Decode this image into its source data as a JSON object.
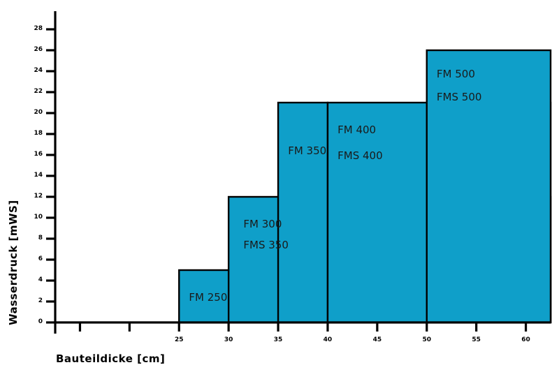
{
  "chart_data": {
    "type": "bar",
    "title": "",
    "xlabel": "Bauteildicke [cm]",
    "ylabel": "Wasserdruck [mWS]",
    "xlim": [
      12.5,
      62.5
    ],
    "ylim": [
      0,
      28
    ],
    "grid": false,
    "legend": "none",
    "x_ticks": [
      15,
      20,
      25,
      30,
      35,
      40,
      45,
      50,
      55,
      60
    ],
    "x_tick_labels": [
      "",
      "",
      "25",
      "30",
      "35",
      "40",
      "45",
      "50",
      "55",
      "60"
    ],
    "y_ticks": [
      0,
      2,
      4,
      6,
      8,
      10,
      12,
      14,
      16,
      18,
      20,
      22,
      24,
      26,
      28
    ],
    "y_tick_labels": [
      "0",
      "2",
      "4",
      "6",
      "8",
      "10",
      "12",
      "14",
      "16",
      "18",
      "20",
      "22",
      "24",
      "26",
      "28"
    ],
    "bar_color": "#0f9fc9",
    "bar_edge_color": "#000000",
    "categories": [
      "25-30",
      "30-35",
      "35-40",
      "40-50",
      "50-62.5"
    ],
    "steps": [
      {
        "x_start": 25,
        "x_end": 62.5,
        "value": 5,
        "label_lines": [
          "FM 250"
        ]
      },
      {
        "x_start": 30,
        "x_end": 62.5,
        "value": 12,
        "label_lines": [
          "FM 300",
          "FMS 350"
        ]
      },
      {
        "x_start": 35,
        "x_end": 40,
        "value": 21,
        "label_lines": [
          "FM 350"
        ]
      },
      {
        "x_start": 40,
        "x_end": 62.5,
        "value": 21,
        "label_lines": [
          "FM 400",
          "FMS 400"
        ]
      },
      {
        "x_start": 50,
        "x_end": 62.5,
        "value": 26,
        "label_lines": [
          "FM 500",
          "FMS 500"
        ]
      }
    ],
    "series": [
      {
        "name": "Wasserdruck",
        "categories": [
          "25",
          "30",
          "35",
          "40",
          "50"
        ],
        "values": [
          5,
          12,
          21,
          21,
          26
        ]
      }
    ],
    "annotations": [
      {
        "text": "FM 250",
        "x": 26,
        "y": 2.5
      },
      {
        "text": "FM 300",
        "x": 31.5,
        "y": 9.5
      },
      {
        "text": "FMS 350",
        "x": 31.5,
        "y": 7.5
      },
      {
        "text": "FM 350",
        "x": 36,
        "y": 16.5
      },
      {
        "text": "FM 400",
        "x": 41,
        "y": 18.5
      },
      {
        "text": "FMS 400",
        "x": 41,
        "y": 16.0
      },
      {
        "text": "FM 500",
        "x": 51,
        "y": 23.8
      },
      {
        "text": "FMS 500",
        "x": 51,
        "y": 21.6
      }
    ]
  }
}
